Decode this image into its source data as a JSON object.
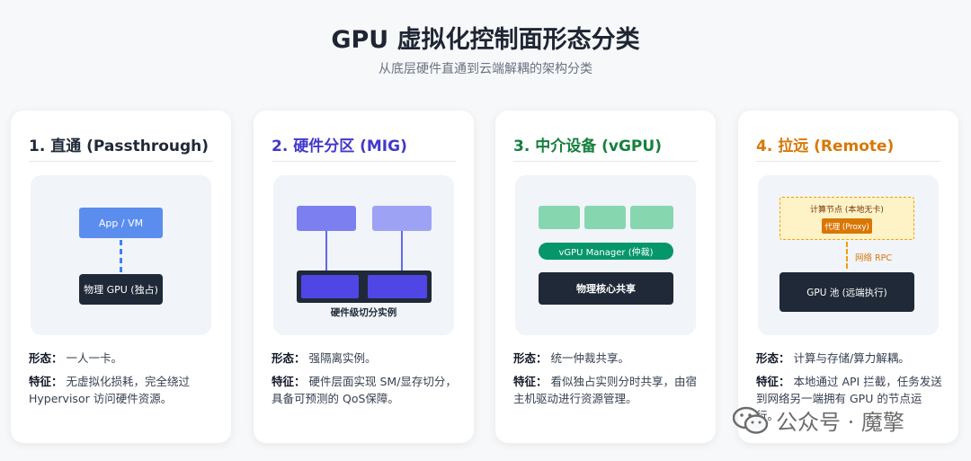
{
  "header": {
    "title": "GPU 虚拟化控制面形态分类",
    "subtitle": "从底层硬件直通到云端解耦的架构分类"
  },
  "cards": [
    {
      "title": "1. 直通 (Passthrough)",
      "accent": "#1f2937",
      "diagram": {
        "app_label": "App / VM",
        "gpu_label": "物理 GPU (独占)"
      },
      "form_label": "形态：",
      "form_text": "一人一卡。",
      "feature_label": "特征：",
      "feature_text": "无虚拟化损耗，完全绕过 Hypervisor 访问硬件资源。"
    },
    {
      "title": "2. 硬件分区 (MIG)",
      "accent": "#4338ca",
      "diagram": {
        "bottom_label": "硬件级切分实例"
      },
      "form_label": "形态：",
      "form_text": "强隔离实例。",
      "feature_label": "特征：",
      "feature_text": "硬件层面实现 SM/显存切分，具备可预测的 QoS保障。"
    },
    {
      "title": "3. 中介设备 (vGPU)",
      "accent": "#15803d",
      "diagram": {
        "manager_label": "vGPU Manager (仲裁)",
        "shared_label": "物理核心共享"
      },
      "form_label": "形态：",
      "form_text": "统一仲裁共享。",
      "feature_label": "特征：",
      "feature_text": "看似独占实则分时共享，由宿主机驱动进行资源管理。"
    },
    {
      "title": "4. 拉远 (Remote)",
      "accent": "#d97706",
      "diagram": {
        "node_label": "计算节点 (本地无卡)",
        "proxy_label": "代理 (Proxy)",
        "rpc_label": "网络 RPC",
        "pool_label": "GPU 池 (远端执行)"
      },
      "form_label": "形态：",
      "form_text": "计算与存储/算力解耦。",
      "feature_label": "特征：",
      "feature_text": "本地通过 API 拦截，任务发送到网络另一端拥有 GPU 的节点运行。"
    }
  ],
  "watermark": {
    "text": "公众号 · 魔擎"
  }
}
